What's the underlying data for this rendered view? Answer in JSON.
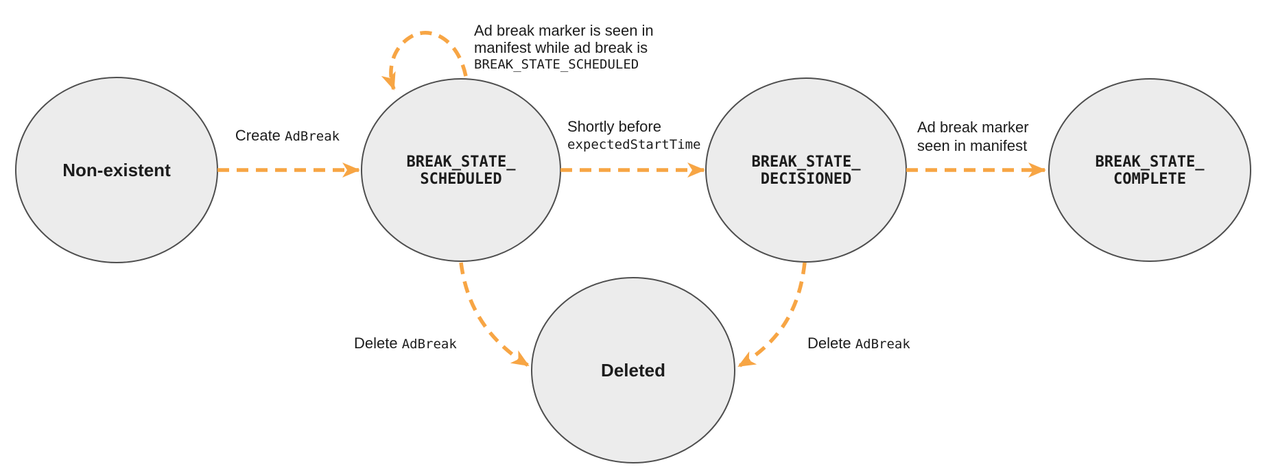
{
  "colors": {
    "background": "#ffffff",
    "node_fill": "#ececec",
    "node_border": "#4e4e4e",
    "arrow": "#f7a544",
    "text": "#1c1c1c"
  },
  "states": {
    "non_existent": {
      "label": "Non-existent"
    },
    "scheduled": {
      "line1": "BREAK_STATE_",
      "line2": "SCHEDULED"
    },
    "decisioned": {
      "line1": "BREAK_STATE_",
      "line2": "DECISIONED"
    },
    "complete": {
      "line1": "BREAK_STATE_",
      "line2": "COMPLETE"
    },
    "deleted": {
      "label": "Deleted"
    }
  },
  "edges": {
    "create": {
      "sans": "Create ",
      "mono": "AdBreak"
    },
    "self_loop": {
      "line1": "Ad break marker is seen in",
      "line2": "manifest while ad break is",
      "line3": "BREAK_STATE_SCHEDULED"
    },
    "decision": {
      "line1": "Shortly before",
      "line2": "expectedStartTime"
    },
    "marker_seen": {
      "line1": "Ad break marker",
      "line2": "seen in manifest"
    },
    "delete_from_scheduled": {
      "sans": "Delete ",
      "mono": "AdBreak"
    },
    "delete_from_decisioned": {
      "sans": "Delete ",
      "mono": "AdBreak"
    }
  }
}
